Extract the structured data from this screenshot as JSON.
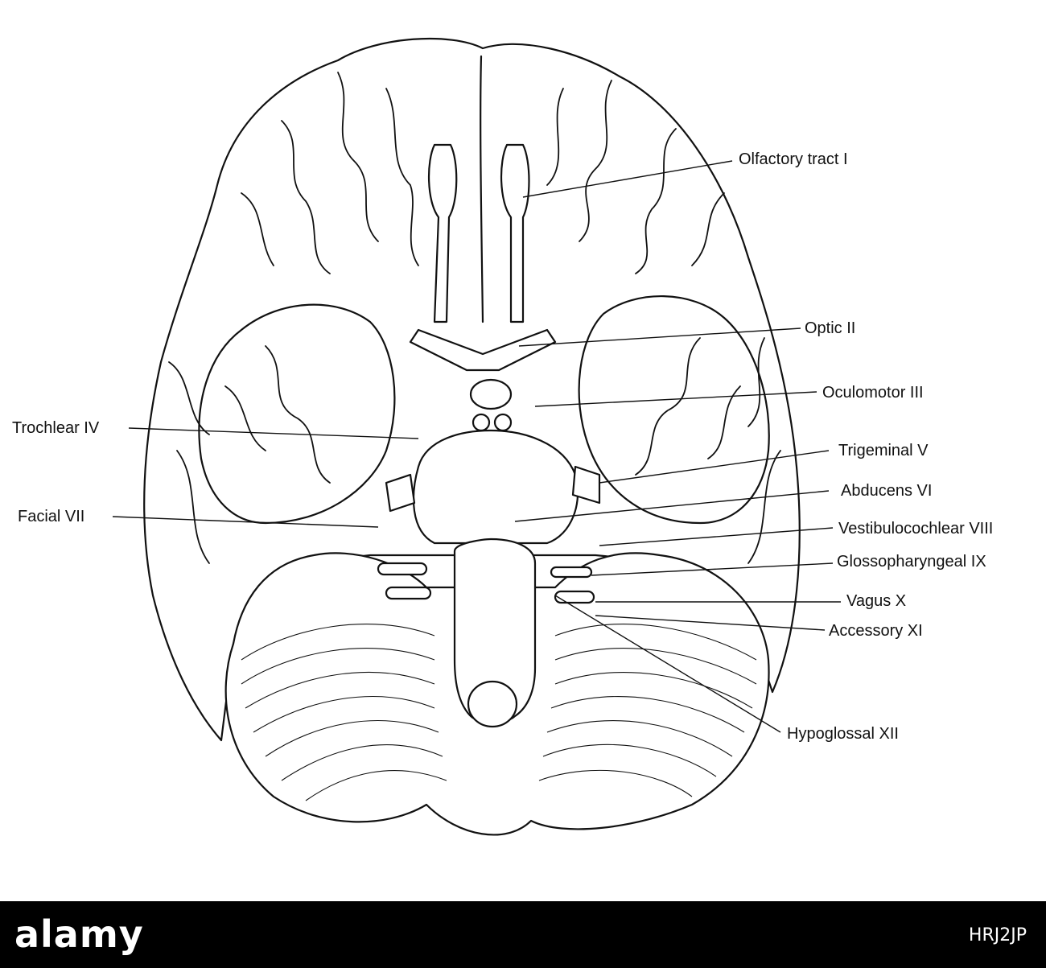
{
  "labels": {
    "olfactory": "Olfactory tract I",
    "optic": "Optic II",
    "oculomotor": "Oculomotor III",
    "trochlear": "Trochlear IV",
    "trigeminal": "Trigeminal V",
    "abducens": "Abducens VI",
    "facial": "Facial VII",
    "vestibulocochlear": "Vestibulocochlear VIII",
    "glossopharyngeal": "Glossopharyngeal IX",
    "vagus": "Vagus X",
    "accessory": "Accessory XI",
    "hypoglossal": "Hypoglossal XII"
  },
  "footer": {
    "brand": "alamy",
    "image_id": "HRJ2JP"
  },
  "colors": {
    "line": "#111111",
    "background": "#ffffff",
    "footer": "#000000"
  }
}
